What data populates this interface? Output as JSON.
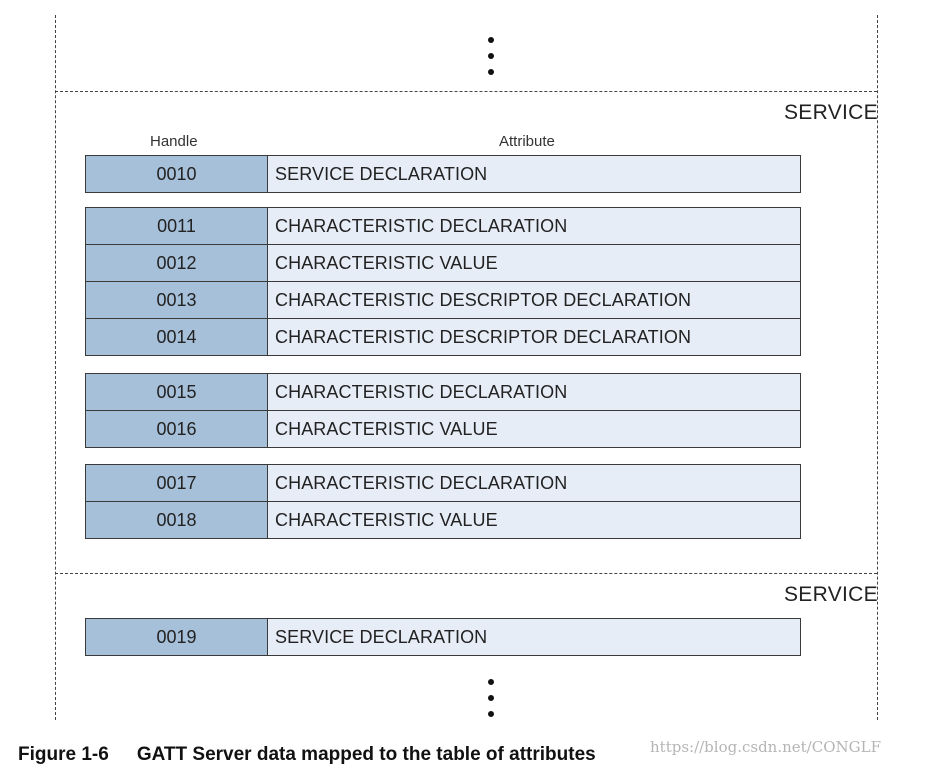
{
  "column_headers": {
    "handle": "Handle",
    "attribute": "Attribute"
  },
  "service_labels": [
    "SERVICE",
    "SERVICE"
  ],
  "groups": [
    {
      "rows": [
        {
          "handle": "0010",
          "attribute": "SERVICE DECLARATION"
        }
      ]
    },
    {
      "rows": [
        {
          "handle": "0011",
          "attribute": "CHARACTERISTIC DECLARATION"
        },
        {
          "handle": "0012",
          "attribute": "CHARACTERISTIC VALUE"
        },
        {
          "handle": "0013",
          "attribute": "CHARACTERISTIC DESCRIPTOR DECLARATION"
        },
        {
          "handle": "0014",
          "attribute": "CHARACTERISTIC DESCRIPTOR DECLARATION"
        }
      ]
    },
    {
      "rows": [
        {
          "handle": "0015",
          "attribute": "CHARACTERISTIC DECLARATION"
        },
        {
          "handle": "0016",
          "attribute": "CHARACTERISTIC VALUE"
        }
      ]
    },
    {
      "rows": [
        {
          "handle": "0017",
          "attribute": "CHARACTERISTIC DECLARATION"
        },
        {
          "handle": "0018",
          "attribute": "CHARACTERISTIC VALUE"
        }
      ]
    },
    {
      "rows": [
        {
          "handle": "0019",
          "attribute": "SERVICE DECLARATION"
        }
      ]
    }
  ],
  "caption": {
    "number": "Figure 1-6",
    "text": "GATT Server data mapped to the table of attributes"
  },
  "watermark": "https://blog.csdn.net/CONGLF",
  "colors": {
    "handle_fill": "#a7c0da",
    "attribute_fill": "#e7edf7"
  }
}
